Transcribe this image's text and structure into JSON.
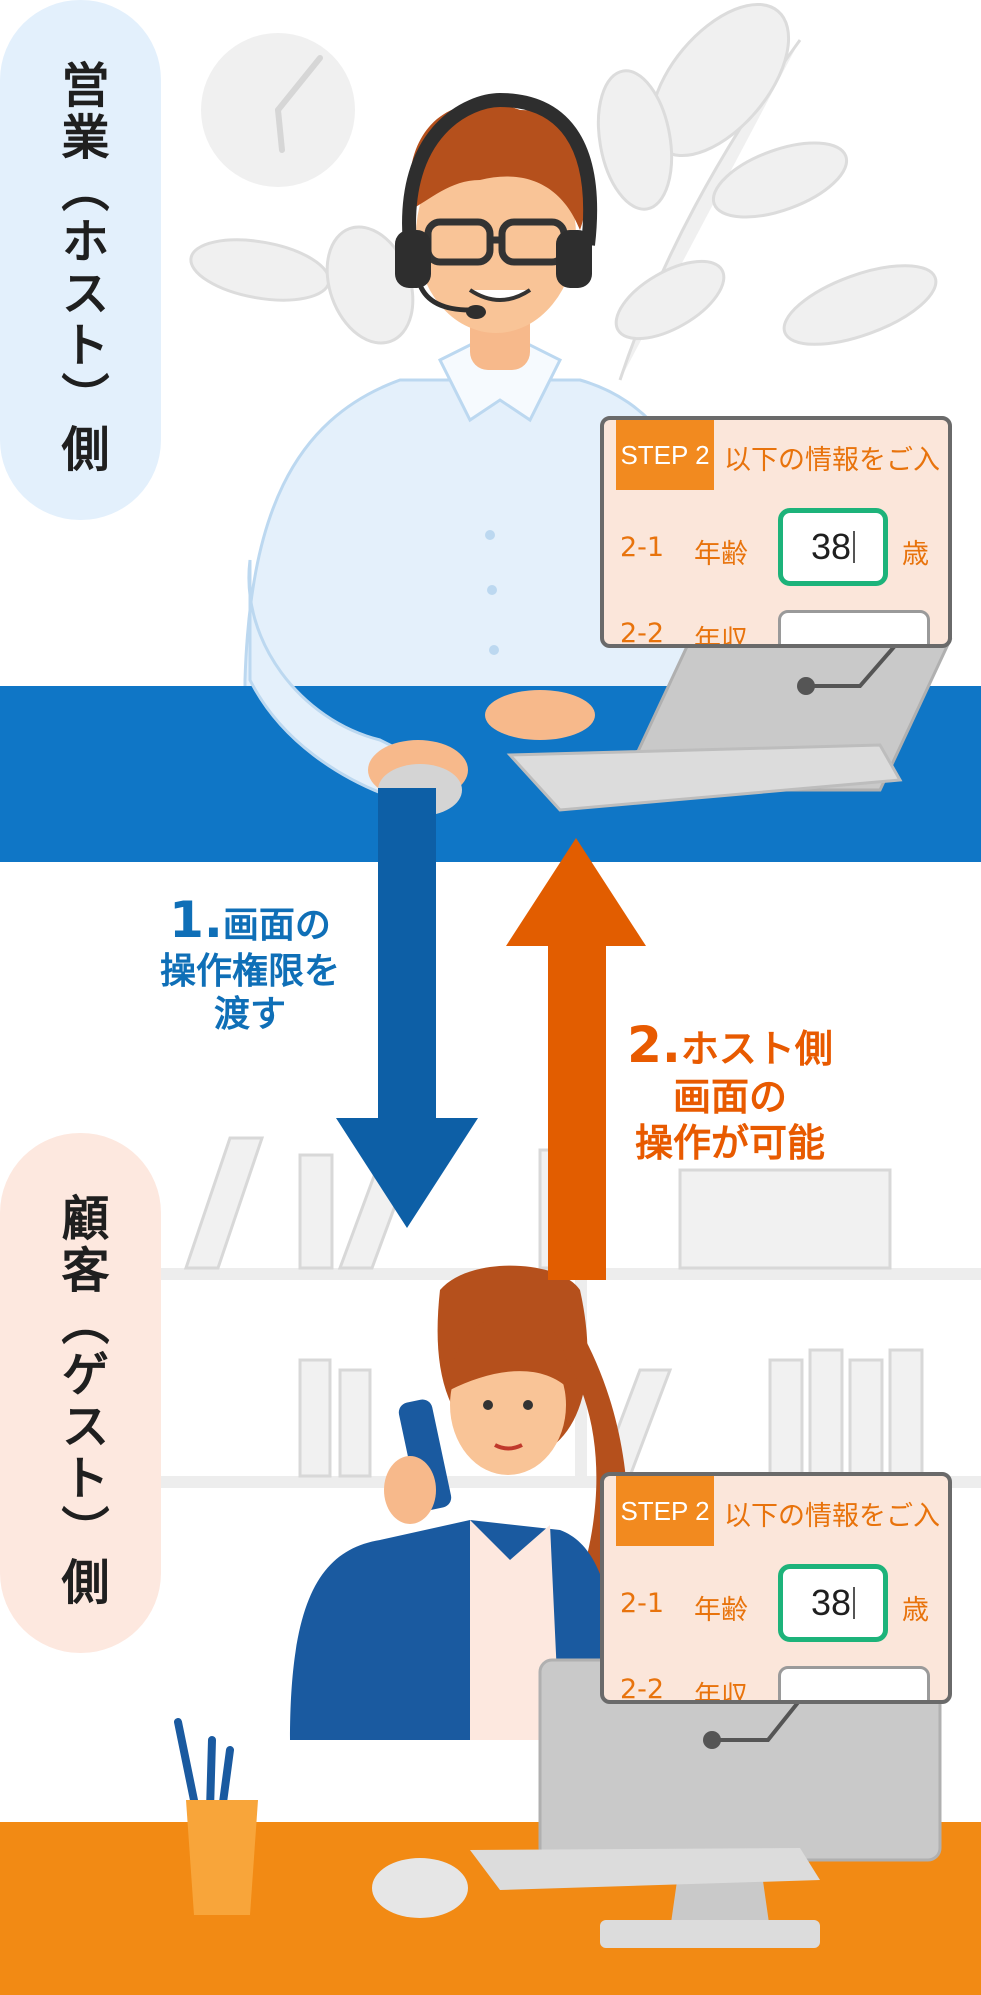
{
  "host_label": "営業（ホスト）側",
  "guest_label": "顧客（ゲスト）側",
  "step1": {
    "number": "1.",
    "line1": "画面の",
    "line2": "操作権限を",
    "line3": "渡す"
  },
  "step2": {
    "number": "2.",
    "line1": "ホスト側",
    "line2": "画面の",
    "line3": "操作が可能"
  },
  "form_card": {
    "step_badge": "STEP 2",
    "instruction": "以下の情報をご入",
    "question_number": "2-1",
    "question_label": "年齢",
    "age_value": "38",
    "unit": "歳",
    "question2_number": "2-2",
    "question2_label": "年収"
  },
  "colors": {
    "host_blue": "#0f6fb7",
    "guest_orange": "#f28a1f",
    "input_focus_green": "#1db37a"
  }
}
